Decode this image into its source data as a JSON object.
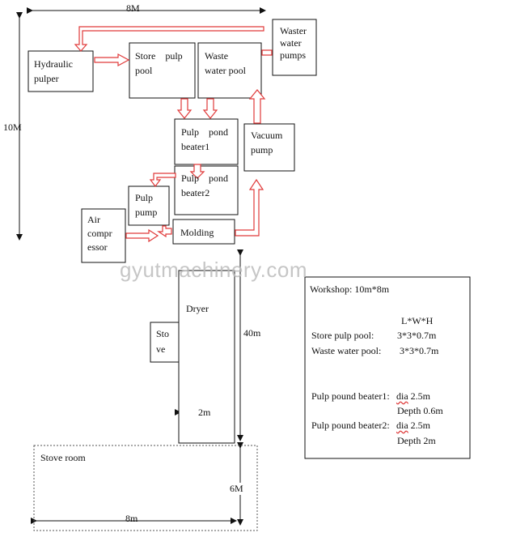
{
  "dimensions": {
    "width_top": "8M",
    "height_left": "10M",
    "length_40m": "40m",
    "dryer_width": "2m",
    "stove_room_height": "6M",
    "stove_room_width": "8m"
  },
  "equipment": {
    "hydraulic_pulper": [
      "Hydraulic",
      "pulper"
    ],
    "store_pulp_pool": [
      "Store    pulp",
      "pool"
    ],
    "waste_water_pool": [
      "Waste",
      "water pool"
    ],
    "waste_water_pumps": [
      "Waster",
      "water",
      "pumps"
    ],
    "pulp_pond_beater1": [
      "Pulp    pond",
      "beater1"
    ],
    "pulp_pond_beater2": [
      "Pulp    pond",
      "beater2"
    ],
    "vacuum_pump": [
      "Vacuum",
      "pump"
    ],
    "pulp_pump": [
      "Pulp",
      "pump"
    ],
    "air_compressor": [
      "Air",
      "compr",
      "essor"
    ],
    "molding": "Molding",
    "dryer": "Dryer",
    "stove": [
      "Sto",
      "ve"
    ],
    "stove_room": "Stove room"
  },
  "watermark": "gyutmachinery.com",
  "specs": {
    "workshop": "Workshop: 10m*8m",
    "header": "L*W*H",
    "store_label": "Store pulp pool:",
    "store_value": "3*3*0.7m",
    "waste_label": "Waste water pool:",
    "waste_value": "3*3*0.7m",
    "beater1_label": "Pulp pound beater1:",
    "beater1_dia_word": "dia",
    "beater1_dia_value": " 2.5m",
    "beater1_depth": "Depth 0.6m",
    "beater2_label": "Pulp pound beater2:",
    "beater2_dia_word": "dia",
    "beater2_dia_value": " 2.5m",
    "beater2_depth": "Depth 2m"
  },
  "colors": {
    "flow_arrow": "#e03a3a",
    "line": "#111111",
    "watermark": "#bdbdbd"
  }
}
